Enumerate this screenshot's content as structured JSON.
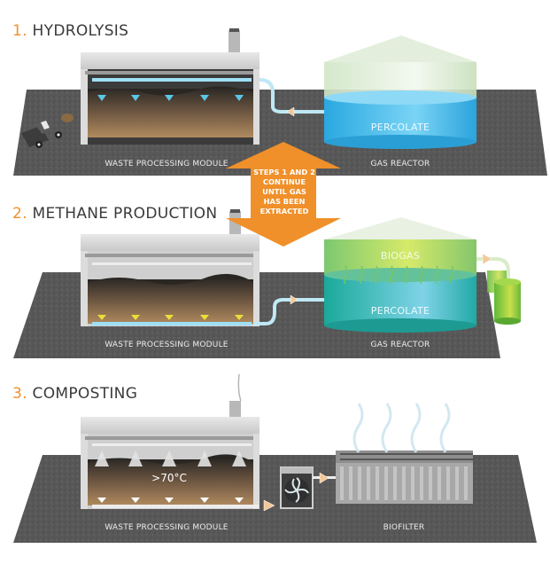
{
  "steps": [
    {
      "number": "1.",
      "title": "HYDROLYSIS",
      "module_label": "WASTE PROCESSING MODULE",
      "reactor_label": "GAS REACTOR",
      "tank_labels": [
        "PERCOLATE"
      ]
    },
    {
      "number": "2.",
      "title": "METHANE PRODUCTION",
      "module_label": "WASTE PROCESSING MODULE",
      "reactor_label": "GAS REACTOR",
      "tank_labels": [
        "BIOGAS",
        "PERCOLATE"
      ]
    },
    {
      "number": "3.",
      "title": "COMPOSTING",
      "module_label": "WASTE PROCESSING MODULE",
      "temperature": ">70°C",
      "filter_label": "BIOFILTER"
    }
  ],
  "loop_note": [
    "STEPS 1 AND 2",
    "CONTINUE",
    "UNTIL GAS",
    "HAS BEEN",
    "EXTRACTED"
  ],
  "colors": {
    "accent_orange": "#f0902a",
    "title_gray": "#3a3a3a",
    "ground": "#5b5b5b",
    "percolate_blue": "#3fb8e8",
    "biogas_green": "#a8d86a",
    "percolate_teal": "#2fbfb0",
    "pipe": "#bfe8f5",
    "flow_arrow": "#f3c99a"
  }
}
